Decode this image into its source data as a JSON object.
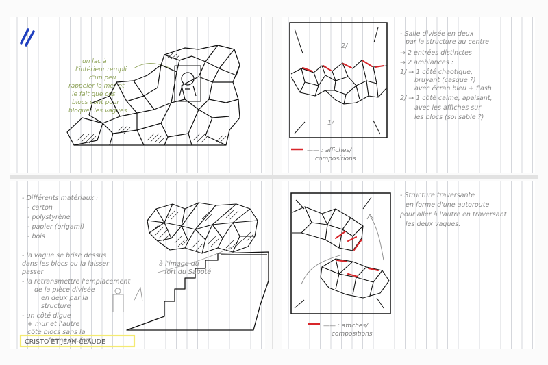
{
  "colors": {
    "paper": "#ffffff",
    "rule": "#b9bcc4",
    "ink": "#111111",
    "pencil": "#8a8a8a",
    "green_pencil": "#8fa35a",
    "blue_marker": "#1f3fbf",
    "red_marker": "#d8262a",
    "highlight": "#f4ea72"
  },
  "page1": {
    "mark": "//",
    "note": [
      "un lac à",
      "l'intérieur rempli",
      "d'un peu",
      "rappeler la mer et",
      "le fait que ces",
      "blocs sont pour",
      "bloquer les vagues"
    ]
  },
  "page2": {
    "labels": [
      "1/",
      "2/"
    ],
    "notes": [
      "- Salle divisée en deux",
      "par la structure au centre",
      "→ 2 entrées distinctes",
      "→ 2 ambiances :",
      "1/ → 1 côté chaotique,",
      "bruyant (casque ?)",
      "avec écran bleu + flash",
      "2/ → 1 côté calme, apaisant,",
      "avec les affiches sur",
      "les blocs (sol sable ?)"
    ],
    "legend": [
      "—— : affiches/",
      "compositions"
    ]
  },
  "page3": {
    "notes_top": [
      "- Différents matériaux :",
      "- carton",
      "- polystyrène",
      "- papier (origami)",
      "- bois"
    ],
    "notes_mid": [
      "- la vague se brise dessus",
      "dans les blocs ou la laisser",
      "passer",
      "- la retransmettre l'emplacement",
      "de la pièce divisée",
      "en deux par la",
      "structure"
    ],
    "notes_bottom": [
      "- un côté digue",
      "+ mur et l'autre",
      "côté blocs sans la",
      "forme de fort"
    ],
    "pointer": [
      "à l'image du",
      "fort du Saboté"
    ],
    "highlight": "CRISTO ET JEAN-CLAUDE"
  },
  "page4": {
    "notes": [
      "- Structure traversante",
      "en forme d'une autoroute",
      "pour aller à l'autre en traversant",
      "les deux vagues."
    ],
    "legend": [
      "—— : affiches/",
      "compositions"
    ]
  }
}
